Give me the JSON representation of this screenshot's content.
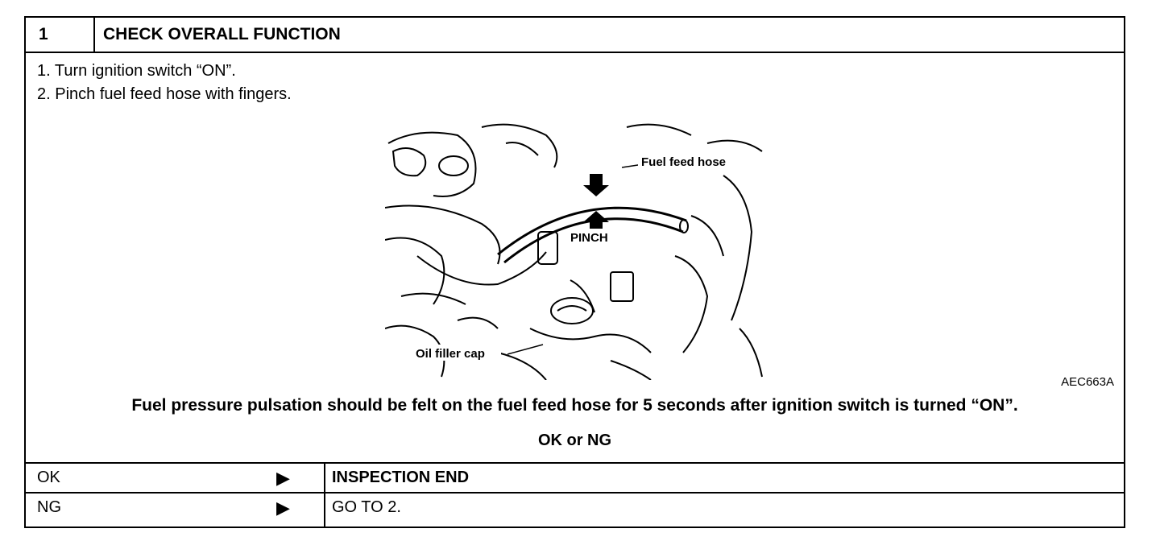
{
  "header": {
    "step_number": "1",
    "title": "CHECK OVERALL FUNCTION"
  },
  "steps": [
    "1.  Turn ignition switch “ON”.",
    "2.  Pinch fuel feed hose with fingers."
  ],
  "figure": {
    "labels": {
      "fuel_feed_hose": "Fuel feed hose",
      "pinch": "PINCH",
      "oil_filler_cap": "Oil filler cap"
    },
    "id": "AEC663A"
  },
  "note": "Fuel pressure pulsation should be felt on the fuel feed hose for 5 seconds after ignition switch is turned “ON”.",
  "decision": "OK or NG",
  "outcomes": [
    {
      "condition": "OK",
      "arrow": "▶",
      "action": "INSPECTION END"
    },
    {
      "condition": "NG",
      "arrow": "▶",
      "action": "GO TO 2."
    }
  ]
}
